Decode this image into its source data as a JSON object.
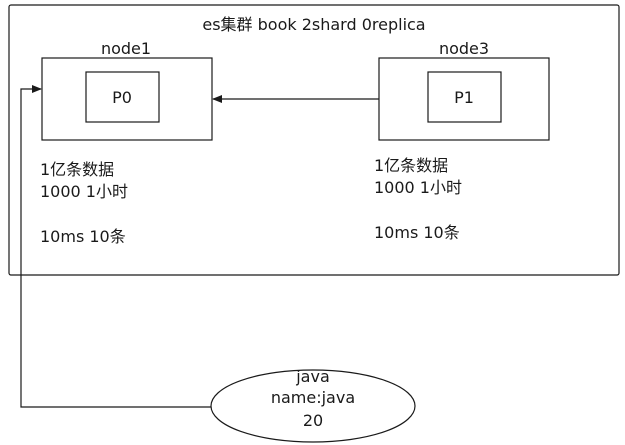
{
  "cluster": {
    "title": "es集群 book 2shard 0replica"
  },
  "nodes": [
    {
      "name": "node1",
      "shard": "P0",
      "stats": [
        "1亿条数据",
        "1000 1小时",
        "10ms 10条"
      ]
    },
    {
      "name": "node3",
      "shard": "P1",
      "stats": [
        "1亿条数据",
        "1000 1小时",
        "10ms 10条"
      ]
    }
  ],
  "client": {
    "lines": [
      "java",
      "name:java",
      "20"
    ]
  },
  "colors": {
    "stroke": "#1a1a1a",
    "background": "#ffffff"
  }
}
